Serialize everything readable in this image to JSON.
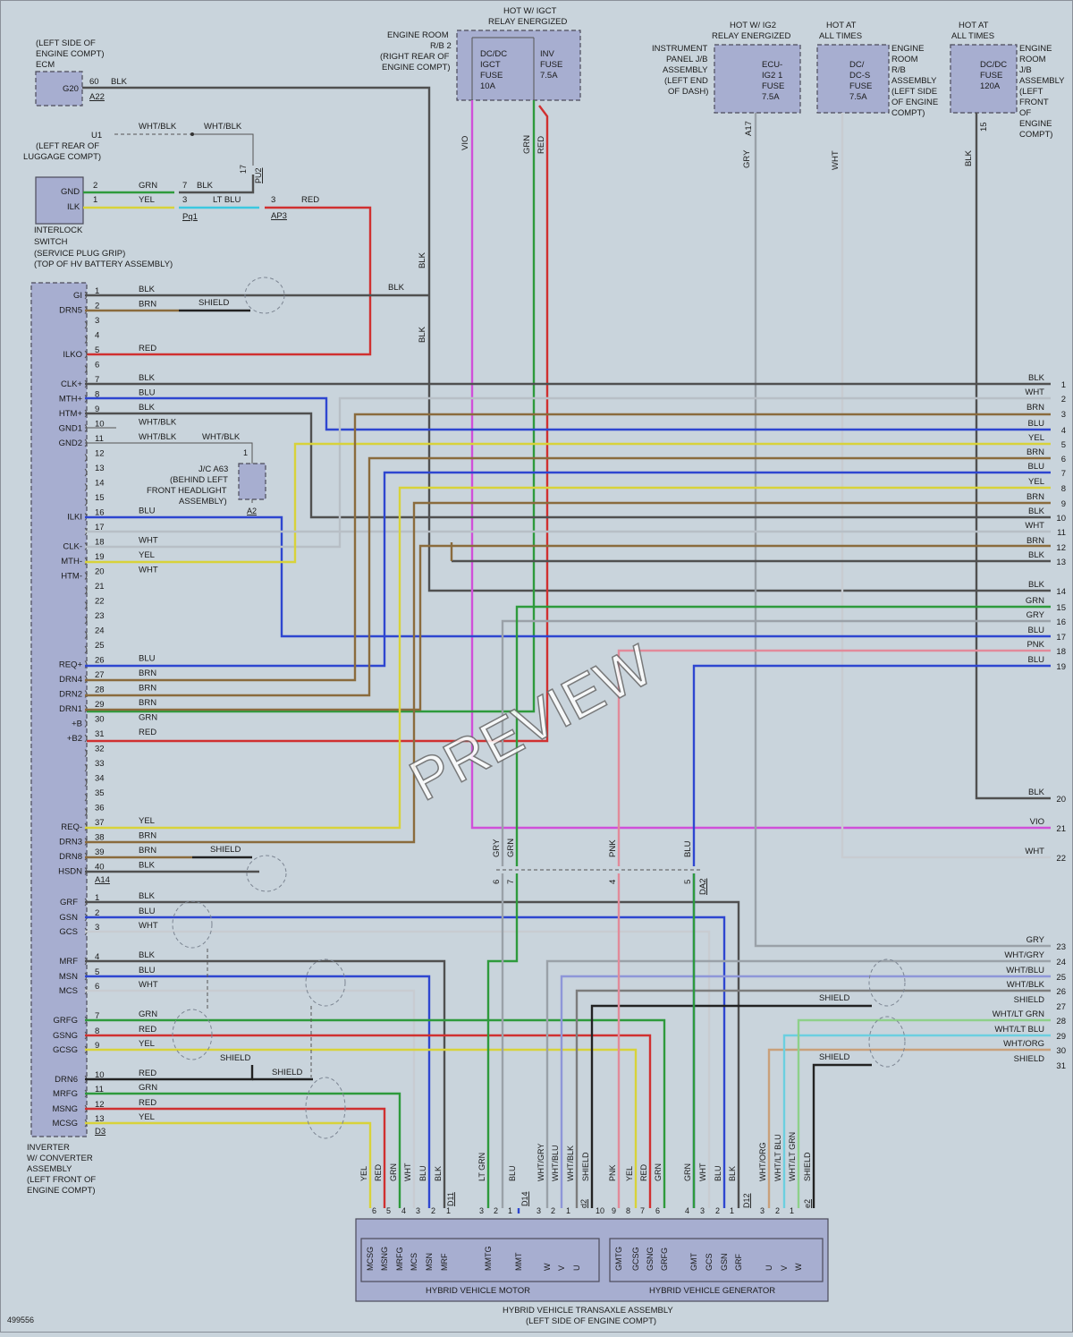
{
  "figure_id": "499556",
  "watermark": "PREVIEW",
  "ecm": {
    "desc": [
      "(LEFT SIDE OF",
      "ENGINE COMPT)",
      "ECM"
    ],
    "pin": "G20",
    "pin_no": "60",
    "wire": "BLK",
    "conn": "A22"
  },
  "u1": {
    "id": "U1",
    "desc": [
      "(LEFT REAR OF",
      "LUGGAGE COMPT)"
    ],
    "wire1": "WHT/BLK",
    "wire2": "WHT/BLK",
    "pin": "17",
    "conn": "PU2"
  },
  "interlock": {
    "desc": [
      "INTERLOCK",
      "SWITCH",
      "(SERVICE PLUG GRIP)",
      "(TOP OF HV BATTERY ASSEMBLY)"
    ],
    "pins": [
      {
        "name": "GND",
        "no": "2",
        "wire": "GRN"
      },
      {
        "name": "ILK",
        "no": "1",
        "wire": "YEL"
      }
    ],
    "pq1_pins": [
      "7",
      "3"
    ],
    "pq1": "Pq1",
    "blk": "BLK",
    "ltblu": "LT BLU",
    "ap3_pin": "3",
    "ap3": "AP3",
    "red": "RED"
  },
  "relays": [
    {
      "head": [
        "HOT W/ IGCT",
        "RELAY ENERGIZED"
      ],
      "desc": [
        "ENGINE ROOM",
        "R/B 2",
        "(RIGHT REAR OF",
        "ENGINE COMPT)"
      ],
      "fuses": [
        [
          "DC/DC",
          "IGCT",
          "FUSE",
          "10A"
        ],
        [
          "INV",
          "FUSE",
          "7.5A"
        ]
      ]
    },
    {
      "head": [
        "HOT W/ IG2",
        "RELAY ENERGIZED"
      ],
      "desc": [
        "INSTRUMENT",
        "PANEL J/B",
        "ASSEMBLY",
        "(LEFT END",
        "OF DASH)"
      ],
      "fuses": [
        [
          "ECU-",
          "IG2 1",
          "FUSE",
          "7.5A"
        ]
      ]
    },
    {
      "head": [
        "HOT AT",
        "ALL TIMES"
      ],
      "desc": [
        "ENGINE",
        "ROOM",
        "R/B",
        "ASSEMBLY",
        "(LEFT SIDE",
        "OF ENGINE",
        "COMPT)"
      ],
      "fuses": [
        [
          "DC/",
          "DC-S",
          "FUSE",
          "7.5A"
        ]
      ]
    },
    {
      "head": [
        "HOT AT",
        "ALL TIMES"
      ],
      "desc": [
        "ENGINE",
        "ROOM",
        "J/B",
        "ASSEMBLY",
        "(LEFT",
        "FRONT",
        "OF",
        "ENGINE",
        "COMPT)"
      ],
      "fuses": [
        [
          "DC/DC",
          "FUSE",
          "120A"
        ]
      ]
    }
  ],
  "vertical_labels": {
    "vio": "VIO",
    "grn": "GRN",
    "red": "RED",
    "a17": "A17",
    "gry": "GRY",
    "wht": "WHT",
    "p15": "15",
    "blk": "BLK",
    "blk2": "BLK"
  },
  "inverter": {
    "desc": [
      "INVERTER",
      "W/ CONVERTER",
      "ASSEMBLY",
      "(LEFT FRONT OF",
      "ENGINE COMPT)"
    ],
    "conn_a14": "A14",
    "conn_d3": "D3",
    "a14_rows": [
      {
        "pin": "1",
        "name": "GI",
        "wire": "BLK"
      },
      {
        "pin": "2",
        "name": "DRN5",
        "wire": "BRN"
      },
      {
        "pin": "3",
        "name": "",
        "wire": ""
      },
      {
        "pin": "4",
        "name": "",
        "wire": ""
      },
      {
        "pin": "5",
        "name": "ILKO",
        "wire": "RED"
      },
      {
        "pin": "6",
        "name": "",
        "wire": ""
      },
      {
        "pin": "7",
        "name": "CLK+",
        "wire": "BLK"
      },
      {
        "pin": "8",
        "name": "MTH+",
        "wire": "BLU"
      },
      {
        "pin": "9",
        "name": "HTM+",
        "wire": "BLK"
      },
      {
        "pin": "10",
        "name": "GND1",
        "wire": "WHT/BLK"
      },
      {
        "pin": "11",
        "name": "GND2",
        "wire": "WHT/BLK"
      },
      {
        "pin": "12",
        "name": "",
        "wire": ""
      },
      {
        "pin": "13",
        "name": "",
        "wire": ""
      },
      {
        "pin": "14",
        "name": "",
        "wire": ""
      },
      {
        "pin": "15",
        "name": "",
        "wire": ""
      },
      {
        "pin": "16",
        "name": "ILKI",
        "wire": "BLU"
      },
      {
        "pin": "17",
        "name": "",
        "wire": ""
      },
      {
        "pin": "18",
        "name": "CLK-",
        "wire": "WHT"
      },
      {
        "pin": "19",
        "name": "MTH-",
        "wire": "YEL"
      },
      {
        "pin": "20",
        "name": "HTM-",
        "wire": "WHT"
      },
      {
        "pin": "21",
        "name": "",
        "wire": ""
      },
      {
        "pin": "22",
        "name": "",
        "wire": ""
      },
      {
        "pin": "23",
        "name": "",
        "wire": ""
      },
      {
        "pin": "24",
        "name": "",
        "wire": ""
      },
      {
        "pin": "25",
        "name": "",
        "wire": ""
      },
      {
        "pin": "26",
        "name": "REQ+",
        "wire": "BLU"
      },
      {
        "pin": "27",
        "name": "DRN4",
        "wire": "BRN"
      },
      {
        "pin": "28",
        "name": "DRN2",
        "wire": "BRN"
      },
      {
        "pin": "29",
        "name": "DRN1",
        "wire": "BRN"
      },
      {
        "pin": "30",
        "name": "+B",
        "wire": "GRN"
      },
      {
        "pin": "31",
        "name": "+B2",
        "wire": "RED"
      },
      {
        "pin": "32",
        "name": "",
        "wire": ""
      },
      {
        "pin": "33",
        "name": "",
        "wire": ""
      },
      {
        "pin": "34",
        "name": "",
        "wire": ""
      },
      {
        "pin": "35",
        "name": "",
        "wire": ""
      },
      {
        "pin": "36",
        "name": "",
        "wire": ""
      },
      {
        "pin": "37",
        "name": "REQ-",
        "wire": "YEL"
      },
      {
        "pin": "38",
        "name": "DRN3",
        "wire": "BRN"
      },
      {
        "pin": "39",
        "name": "DRN8",
        "wire": "BRN"
      },
      {
        "pin": "40",
        "name": "HSDN",
        "wire": "BLK"
      }
    ],
    "d3_rows": [
      {
        "pin": "1",
        "name": "GRF",
        "wire": "BLK"
      },
      {
        "pin": "2",
        "name": "GSN",
        "wire": "BLU"
      },
      {
        "pin": "3",
        "name": "GCS",
        "wire": "WHT"
      },
      {
        "pin": "4",
        "name": "MRF",
        "wire": "BLK"
      },
      {
        "pin": "5",
        "name": "MSN",
        "wire": "BLU"
      },
      {
        "pin": "6",
        "name": "MCS",
        "wire": "WHT"
      },
      {
        "pin": "7",
        "name": "GRFG",
        "wire": "GRN"
      },
      {
        "pin": "8",
        "name": "GSNG",
        "wire": "RED"
      },
      {
        "pin": "9",
        "name": "GCSG",
        "wire": "YEL"
      },
      {
        "pin": "10",
        "name": "DRN6",
        "wire": "RED"
      },
      {
        "pin": "11",
        "name": "MRFG",
        "wire": "GRN"
      },
      {
        "pin": "12",
        "name": "MSNG",
        "wire": "RED"
      },
      {
        "pin": "13",
        "name": "MCSG",
        "wire": "YEL"
      }
    ],
    "shield": "SHIELD"
  },
  "jc": {
    "desc": [
      "J/C A63",
      "(BEHIND LEFT",
      "FRONT HEADLIGHT",
      "ASSEMBLY)"
    ],
    "pin_top": "1",
    "pin_bot": "A2",
    "wire": "WHT/BLK"
  },
  "right_terms": [
    {
      "no": "1",
      "wire": "BLK"
    },
    {
      "no": "2",
      "wire": "WHT"
    },
    {
      "no": "3",
      "wire": "BRN"
    },
    {
      "no": "4",
      "wire": "BLU"
    },
    {
      "no": "5",
      "wire": "YEL"
    },
    {
      "no": "6",
      "wire": "BRN"
    },
    {
      "no": "7",
      "wire": "BLU"
    },
    {
      "no": "8",
      "wire": "YEL"
    },
    {
      "no": "9",
      "wire": "BRN"
    },
    {
      "no": "10",
      "wire": "BLK"
    },
    {
      "no": "11",
      "wire": "WHT"
    },
    {
      "no": "12",
      "wire": "BRN"
    },
    {
      "no": "13",
      "wire": "BLK"
    },
    {
      "no": "14",
      "wire": "BLK"
    },
    {
      "no": "15",
      "wire": "GRN"
    },
    {
      "no": "16",
      "wire": "GRY"
    },
    {
      "no": "17",
      "wire": "BLU"
    },
    {
      "no": "18",
      "wire": "PNK"
    },
    {
      "no": "19",
      "wire": "BLU"
    },
    {
      "no": "20",
      "wire": "BLK"
    },
    {
      "no": "21",
      "wire": "VIO"
    },
    {
      "no": "22",
      "wire": "WHT"
    },
    {
      "no": "23",
      "wire": "GRY"
    },
    {
      "no": "24",
      "wire": "WHT/GRY"
    },
    {
      "no": "25",
      "wire": "WHT/BLU"
    },
    {
      "no": "26",
      "wire": "WHT/BLK"
    },
    {
      "no": "27",
      "wire": "SHIELD"
    },
    {
      "no": "28",
      "wire": "WHT/LT GRN"
    },
    {
      "no": "29",
      "wire": "WHT/LT BLU"
    },
    {
      "no": "30",
      "wire": "WHT/ORG"
    },
    {
      "no": "31",
      "wire": "SHIELD"
    }
  ],
  "da2": {
    "conn": "DA2",
    "pins": [
      {
        "no": "6",
        "wire": "GRY"
      },
      {
        "no": "7",
        "wire": "GRN"
      },
      {
        "no": "4",
        "wire": "PNK"
      },
      {
        "no": "5",
        "wire": "BLU"
      }
    ]
  },
  "transaxle": {
    "title": [
      "HYBRID VEHICLE TRANSAXLE ASSEMBLY",
      "(LEFT SIDE OF ENGINE COMPT)"
    ],
    "motor": "HYBRID VEHICLE MOTOR",
    "generator": "HYBRID VEHICLE GENERATOR",
    "motor_pins": [
      "MCSG",
      "MSNG",
      "MRFG",
      "MCS",
      "MSN",
      "MRF",
      "MMTG",
      "MMT",
      "W",
      "V",
      "U"
    ],
    "gen_pins": [
      "GMTG",
      "GCSG",
      "GSNG",
      "GRFG",
      "GMT",
      "GCS",
      "GSN",
      "GRF",
      "U",
      "V",
      "W"
    ],
    "d11_wires": [
      "YEL",
      "RED",
      "GRN",
      "WHT",
      "BLU",
      "BLK"
    ],
    "d11_pins": [
      "6",
      "5",
      "4",
      "3",
      "2",
      "1"
    ],
    "d11": "D11",
    "d14_wires": [
      "LT GRN",
      "BLU",
      "WHT/GRY",
      "WHT/BLU",
      "WHT/BLK",
      "SHIELD"
    ],
    "d14_pins": [
      "3",
      "2",
      "1",
      "3",
      "2",
      "1",
      "10"
    ],
    "d14": "D14",
    "d2": "d2",
    "d12_wires": [
      "PNK",
      "YEL",
      "RED",
      "GRN",
      "GRN",
      "WHT",
      "BLU",
      "BLK",
      "WHT/ORG",
      "WHT/LT BLU",
      "WHT/LT GRN",
      "SHIELD"
    ],
    "d12_pins": [
      "9",
      "8",
      "7",
      "6",
      "4",
      "3",
      "2",
      "1",
      "3",
      "2",
      "1"
    ],
    "d12": "D12",
    "e2": "e2"
  }
}
